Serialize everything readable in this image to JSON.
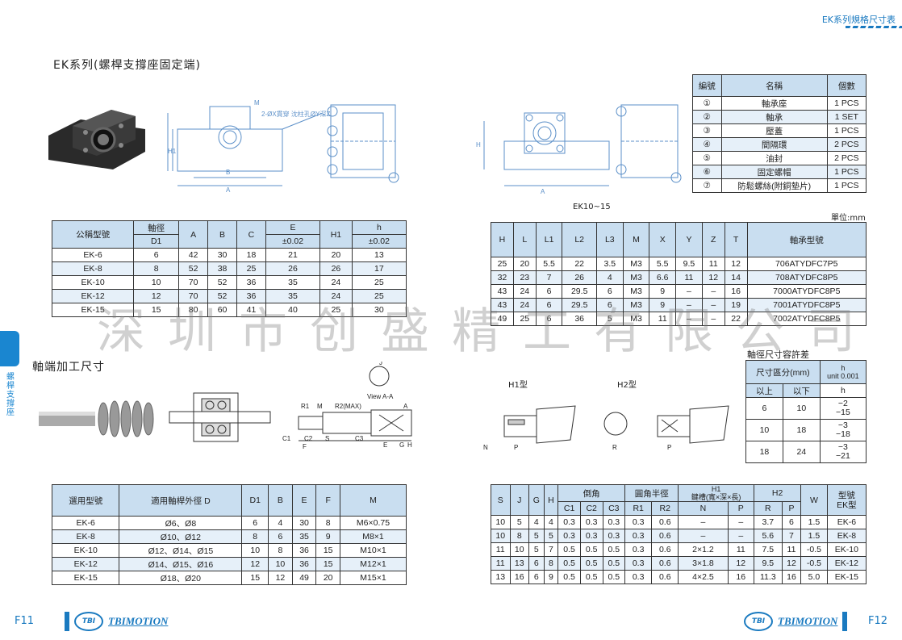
{
  "header": {
    "title": "EK系列規格尺寸表"
  },
  "left": {
    "title": "EK系列(螺桿支撐座固定端)",
    "shaft_title": "軸端加工尺寸",
    "page_no": "F11",
    "side_label": "螺桿支撐座",
    "drawing_note": "2-ØX貫穿 沈柱孔ØY深Z",
    "spec_table": {
      "headers": [
        "公稱型號",
        "軸徑",
        "A",
        "B",
        "C",
        "E",
        "H1",
        "h"
      ],
      "subheaders": [
        "D1",
        "±0.02",
        "±0.02"
      ],
      "rows": [
        [
          "EK-6",
          "6",
          "42",
          "30",
          "18",
          "21",
          "20",
          "13"
        ],
        [
          "EK-8",
          "8",
          "52",
          "38",
          "25",
          "26",
          "26",
          "17"
        ],
        [
          "EK-10",
          "10",
          "70",
          "52",
          "36",
          "35",
          "24",
          "25"
        ],
        [
          "EK-12",
          "12",
          "70",
          "52",
          "36",
          "35",
          "24",
          "25"
        ],
        [
          "EK-15",
          "15",
          "80",
          "60",
          "41",
          "40",
          "25",
          "30"
        ]
      ]
    },
    "shaft_table": {
      "headers": [
        "選用型號",
        "適用軸桿外徑 D",
        "D1",
        "B",
        "E",
        "F",
        "M"
      ],
      "rows": [
        [
          "EK-6",
          "Ø6、Ø8",
          "6",
          "4",
          "30",
          "8",
          "M6×0.75"
        ],
        [
          "EK-8",
          "Ø10、Ø12",
          "8",
          "6",
          "35",
          "9",
          "M8×1"
        ],
        [
          "EK-10",
          "Ø12、Ø14、Ø15",
          "10",
          "8",
          "36",
          "15",
          "M10×1"
        ],
        [
          "EK-12",
          "Ø14、Ø15、Ø16",
          "12",
          "10",
          "36",
          "15",
          "M12×1"
        ],
        [
          "EK-15",
          "Ø18、Ø20",
          "15",
          "12",
          "49",
          "20",
          "M15×1"
        ]
      ]
    }
  },
  "right": {
    "page_no": "F12",
    "drawing_caption": "EK10~15",
    "unit": "單位:mm",
    "parts_table": {
      "headers": [
        "編號",
        "名稱",
        "個數"
      ],
      "rows": [
        [
          "①",
          "軸承座",
          "1 PCS"
        ],
        [
          "②",
          "軸承",
          "1 SET"
        ],
        [
          "③",
          "壓蓋",
          "1 PCS"
        ],
        [
          "④",
          "間隔環",
          "2 PCS"
        ],
        [
          "⑤",
          "油封",
          "2 PCS"
        ],
        [
          "⑥",
          "固定螺帽",
          "1 PCS"
        ],
        [
          "⑦",
          "防鬆螺絲(附銅墊片)",
          "1 PCS"
        ]
      ]
    },
    "dim_table": {
      "headers": [
        "H",
        "L",
        "L1",
        "L2",
        "L3",
        "M",
        "X",
        "Y",
        "Z",
        "T",
        "軸承型號"
      ],
      "rows": [
        [
          "25",
          "20",
          "5.5",
          "22",
          "3.5",
          "M3",
          "5.5",
          "9.5",
          "11",
          "12",
          "706ATYDFC7P5"
        ],
        [
          "32",
          "23",
          "7",
          "26",
          "4",
          "M3",
          "6.6",
          "11",
          "12",
          "14",
          "708ATYDFC8P5"
        ],
        [
          "43",
          "24",
          "6",
          "29.5",
          "6",
          "M3",
          "9",
          "–",
          "–",
          "16",
          "7000ATYDFC8P5"
        ],
        [
          "43",
          "24",
          "6",
          "29.5",
          "6",
          "M3",
          "9",
          "–",
          "–",
          "19",
          "7001ATYDFC8P5"
        ],
        [
          "49",
          "25",
          "6",
          "36",
          "5",
          "M3",
          "11",
          "–",
          "–",
          "22",
          "7002ATYDFC8P5"
        ]
      ]
    },
    "tol_table": {
      "title": "軸徑尺寸容許差",
      "headers": [
        "尺寸區分(mm)",
        "h"
      ],
      "header_unit": "unit 0.001",
      "subheaders": [
        "以上",
        "以下",
        "h"
      ],
      "rows": [
        [
          "6",
          "10",
          "−2",
          "−15"
        ],
        [
          "10",
          "18",
          "−3",
          "−18"
        ],
        [
          "18",
          "24",
          "−3",
          "−21"
        ]
      ]
    },
    "types": {
      "h1": "H1型",
      "h2": "H2型"
    },
    "key_table": {
      "headers": [
        "S",
        "J",
        "G",
        "H",
        "倒角",
        "圓角半徑",
        "鍵槽(寬×深×長)",
        "H2",
        "W",
        "型號"
      ],
      "key_top": "H1",
      "model_sub": "EK型",
      "subheaders": [
        "C1",
        "C2",
        "C3",
        "R1",
        "R2",
        "N",
        "P",
        "R",
        "P"
      ],
      "rows": [
        [
          "10",
          "5",
          "4",
          "4",
          "0.3",
          "0.3",
          "0.3",
          "0.3",
          "0.6",
          "–",
          "–",
          "3.7",
          "6",
          "1.5",
          "EK-6"
        ],
        [
          "10",
          "8",
          "5",
          "5",
          "0.3",
          "0.3",
          "0.3",
          "0.3",
          "0.6",
          "–",
          "–",
          "5.6",
          "7",
          "1.5",
          "EK-8"
        ],
        [
          "11",
          "10",
          "5",
          "7",
          "0.5",
          "0.5",
          "0.5",
          "0.3",
          "0.6",
          "2×1.2",
          "11",
          "7.5",
          "11",
          "-0.5",
          "EK-10"
        ],
        [
          "11",
          "13",
          "6",
          "8",
          "0.5",
          "0.5",
          "0.5",
          "0.3",
          "0.6",
          "3×1.8",
          "12",
          "9.5",
          "12",
          "-0.5",
          "EK-12"
        ],
        [
          "13",
          "16",
          "6",
          "9",
          "0.5",
          "0.5",
          "0.5",
          "0.3",
          "0.6",
          "4×2.5",
          "16",
          "11.3",
          "16",
          "5.0",
          "EK-15"
        ]
      ]
    }
  },
  "brand": {
    "logo_text": "TBI",
    "name": "TBIMOTION"
  },
  "watermark": "深圳市创盛精工有限公司"
}
